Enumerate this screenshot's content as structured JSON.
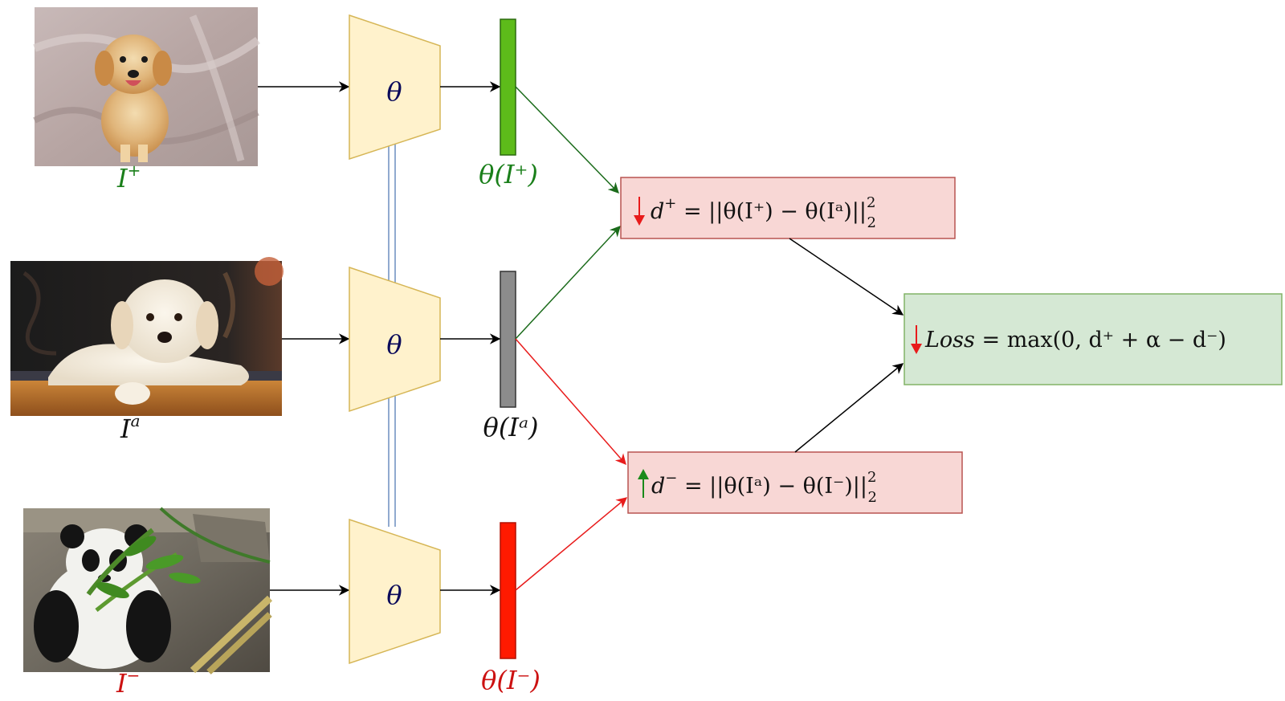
{
  "colors": {
    "positive": "#1a7f1a",
    "anchor": "#111111",
    "negative": "#cc1111",
    "encoder_fill": "#fff2cc",
    "encoder_stroke": "#d6b656",
    "theta_text": "#0a0a5a",
    "emb_pos_fill": "#5dbb1a",
    "emb_anchor_fill": "#8c8c8c",
    "emb_neg_fill": "#ff1a00",
    "dist_fill": "#f8d7d5",
    "dist_stroke": "#b85450",
    "loss_fill": "#d5e8d4",
    "loss_stroke": "#82b366",
    "arrow_green": "#1b6b1b",
    "arrow_red": "#e81b1b",
    "shared_link": "#6c8ebf",
    "arrow_down": "#e81b1b",
    "arrow_up": "#1a8a1a"
  },
  "images": {
    "positive": {
      "label_base": "I",
      "label_sup": "+",
      "icon": "golden-retriever-puppy-photo"
    },
    "anchor": {
      "label_base": "I",
      "label_sup": "a",
      "icon": "labrador-puppy-photo"
    },
    "negative": {
      "label_base": "I",
      "label_sup": "−",
      "icon": "panda-eating-bamboo-photo"
    }
  },
  "encoders": {
    "symbol": "θ"
  },
  "embeddings": {
    "positive": {
      "label": "θ(I⁺)"
    },
    "anchor": {
      "label": "θ(Iᵃ)"
    },
    "negative": {
      "label": "θ(I⁻)"
    }
  },
  "distances": {
    "positive": {
      "lhs": "d",
      "lhs_sup": "+",
      "rhs": " = ||θ(I⁺) − θ(Iᵃ)||",
      "sup": "2",
      "sub": "2"
    },
    "negative": {
      "lhs": "d",
      "lhs_sup": "−",
      "rhs": " = ||θ(Iᵃ) − θ(I⁻)||",
      "sup": "2",
      "sub": "2"
    }
  },
  "loss": {
    "name": "Loss",
    "rhs": " = max(0, d⁺ + α − d⁻)"
  }
}
